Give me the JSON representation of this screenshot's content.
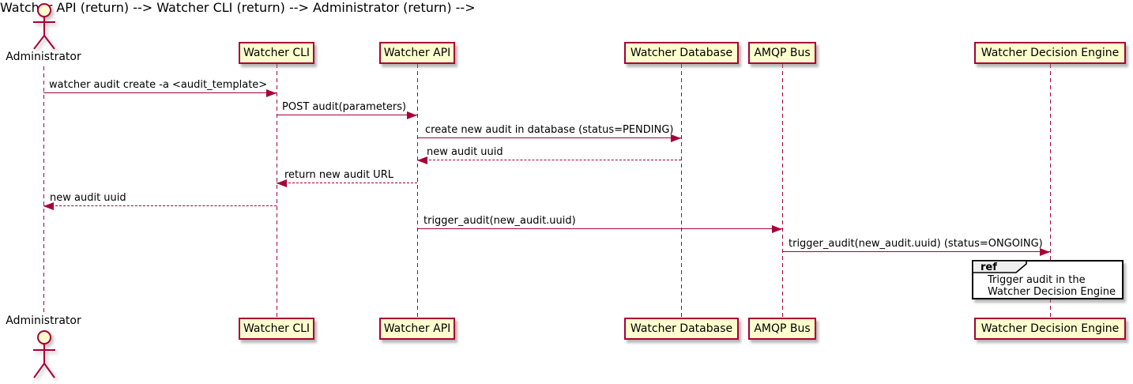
{
  "diagram": {
    "type": "sequence",
    "actor": {
      "name": "Administrator"
    },
    "participants": [
      {
        "label": "Watcher CLI"
      },
      {
        "label": "Watcher API"
      },
      {
        "label": "Watcher Database"
      },
      {
        "label": "AMQP Bus"
      },
      {
        "label": "Watcher Decision Engine"
      }
    ],
    "messages": [
      {
        "text": "watcher audit create -a <audit_template>",
        "from": "Administrator",
        "to": "Watcher CLI",
        "line": "solid"
      },
      {
        "text": "POST audit(parameters)",
        "from": "Watcher CLI",
        "to": "Watcher API",
        "line": "solid"
      },
      {
        "text": "create new audit in database (status=PENDING)",
        "from": "Watcher API",
        "to": "Watcher Database",
        "line": "solid"
      },
      {
        "text": "new audit uuid",
        "from": "Watcher Database",
        "to": "Watcher API",
        "line": "dashed"
      },
      {
        "text": "return new audit URL",
        "from": "Watcher API",
        "to": "Watcher CLI",
        "line": "dashed"
      },
      {
        "text": "new audit uuid",
        "from": "Watcher CLI",
        "to": "Administrator",
        "line": "dashed"
      },
      {
        "text": "trigger_audit(new_audit.uuid)",
        "from": "Watcher API",
        "to": "AMQP Bus",
        "line": "solid"
      },
      {
        "text": "trigger_audit(new_audit.uuid) (status=ONGOING)",
        "from": "AMQP Bus",
        "to": "Watcher Decision Engine",
        "line": "solid"
      }
    ],
    "ref": {
      "keyword": "ref",
      "lines": [
        "Trigger audit in the",
        "Watcher Decision Engine"
      ]
    },
    "colors": {
      "participant_fill": "#FEFECE",
      "participant_border": "#A80036",
      "line": "#A80036",
      "text": "#000000",
      "ref_header_fill": "#EEEEEE",
      "ref_border": "#000000"
    }
  }
}
